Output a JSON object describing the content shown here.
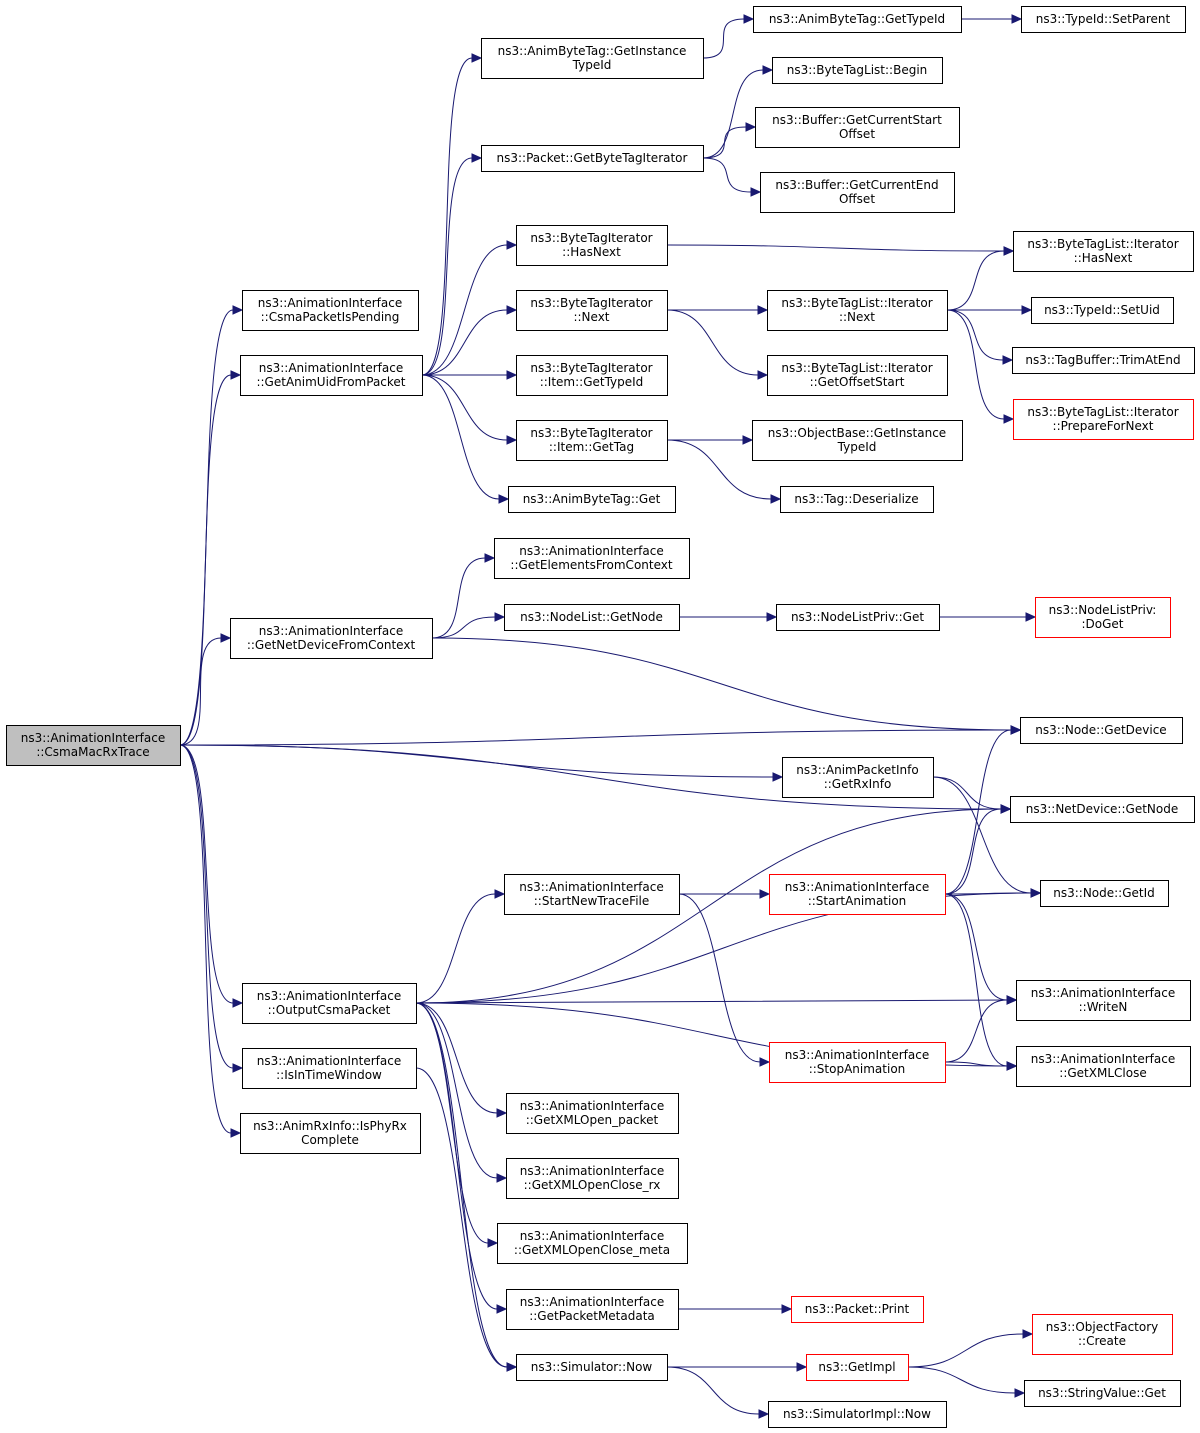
{
  "diagram": {
    "colors": {
      "edge": "#191970",
      "border": "#000000",
      "truncated_border": "#ff0000",
      "root_fill": "#bfbfbf"
    },
    "nodes": [
      {
        "id": "root",
        "lines": [
          "ns3::AnimationInterface",
          "::CsmaMacRxTrace"
        ],
        "style": "root"
      },
      {
        "id": "csmaPending",
        "lines": [
          "ns3::AnimationInterface",
          "::CsmaPacketIsPending"
        ]
      },
      {
        "id": "getAnimUid",
        "lines": [
          "ns3::AnimationInterface",
          "::GetAnimUidFromPacket"
        ]
      },
      {
        "id": "getNetDev",
        "lines": [
          "ns3::AnimationInterface",
          "::GetNetDeviceFromContext"
        ]
      },
      {
        "id": "outCsma",
        "lines": [
          "ns3::AnimationInterface",
          "::OutputCsmaPacket"
        ]
      },
      {
        "id": "inTimeWin",
        "lines": [
          "ns3::AnimationInterface",
          "::IsInTimeWindow"
        ]
      },
      {
        "id": "isPhyRx",
        "lines": [
          "ns3::AnimRxInfo::IsPhyRx",
          "Complete"
        ]
      },
      {
        "id": "animTagInst",
        "lines": [
          "ns3::AnimByteTag::GetInstance",
          "TypeId"
        ]
      },
      {
        "id": "pktGetBTI",
        "lines": [
          "ns3::Packet::GetByteTagIterator"
        ]
      },
      {
        "id": "btiHasNext",
        "lines": [
          "ns3::ByteTagIterator",
          "::HasNext"
        ]
      },
      {
        "id": "btiNext",
        "lines": [
          "ns3::ByteTagIterator",
          "::Next"
        ]
      },
      {
        "id": "btiItemType",
        "lines": [
          "ns3::ByteTagIterator",
          "::Item::GetTypeId"
        ]
      },
      {
        "id": "btiItemTag",
        "lines": [
          "ns3::ByteTagIterator",
          "::Item::GetTag"
        ]
      },
      {
        "id": "animTagGet",
        "lines": [
          "ns3::AnimByteTag::Get"
        ]
      },
      {
        "id": "getElems",
        "lines": [
          "ns3::AnimationInterface",
          "::GetElementsFromContext"
        ]
      },
      {
        "id": "nodeListGet",
        "lines": [
          "ns3::NodeList::GetNode"
        ]
      },
      {
        "id": "startNew",
        "lines": [
          "ns3::AnimationInterface",
          "::StartNewTraceFile"
        ]
      },
      {
        "id": "xmlOpenPkt",
        "lines": [
          "ns3::AnimationInterface",
          "::GetXMLOpen_packet"
        ]
      },
      {
        "id": "xmlOCrx",
        "lines": [
          "ns3::AnimationInterface",
          "::GetXMLOpenClose_rx"
        ]
      },
      {
        "id": "xmlOCmeta",
        "lines": [
          "ns3::AnimationInterface",
          "::GetXMLOpenClose_meta"
        ]
      },
      {
        "id": "pktMeta",
        "lines": [
          "ns3::AnimationInterface",
          "::GetPacketMetadata"
        ]
      },
      {
        "id": "simNow",
        "lines": [
          "ns3::Simulator::Now"
        ]
      },
      {
        "id": "animTagTypeId",
        "lines": [
          "ns3::AnimByteTag::GetTypeId"
        ]
      },
      {
        "id": "btlBegin",
        "lines": [
          "ns3::ByteTagList::Begin"
        ]
      },
      {
        "id": "bufStart",
        "lines": [
          "ns3::Buffer::GetCurrentStart",
          "Offset"
        ]
      },
      {
        "id": "bufEnd",
        "lines": [
          "ns3::Buffer::GetCurrentEnd",
          "Offset"
        ]
      },
      {
        "id": "btlItNext",
        "lines": [
          "ns3::ByteTagList::Iterator",
          "::Next"
        ]
      },
      {
        "id": "btlItOffset",
        "lines": [
          "ns3::ByteTagList::Iterator",
          "::GetOffsetStart"
        ]
      },
      {
        "id": "objInst",
        "lines": [
          "ns3::ObjectBase::GetInstance",
          "TypeId"
        ]
      },
      {
        "id": "tagDeser",
        "lines": [
          "ns3::Tag::Deserialize"
        ]
      },
      {
        "id": "nlPrivGet",
        "lines": [
          "ns3::NodeListPriv::Get"
        ]
      },
      {
        "id": "pktInfoRx",
        "lines": [
          "ns3::AnimPacketInfo",
          "::GetRxInfo"
        ]
      },
      {
        "id": "startAnim",
        "lines": [
          "ns3::AnimationInterface",
          "::StartAnimation"
        ],
        "style": "red"
      },
      {
        "id": "stopAnim",
        "lines": [
          "ns3::AnimationInterface",
          "::StopAnimation"
        ],
        "style": "red"
      },
      {
        "id": "pktPrint",
        "lines": [
          "ns3::Packet::Print"
        ],
        "style": "red"
      },
      {
        "id": "getImpl",
        "lines": [
          "ns3::GetImpl"
        ],
        "style": "red"
      },
      {
        "id": "simImplNow",
        "lines": [
          "ns3::SimulatorImpl::Now"
        ]
      },
      {
        "id": "typeSetParent",
        "lines": [
          "ns3::TypeId::SetParent"
        ]
      },
      {
        "id": "btlItHasNext",
        "lines": [
          "ns3::ByteTagList::Iterator",
          "::HasNext"
        ]
      },
      {
        "id": "typeSetUid",
        "lines": [
          "ns3::TypeId::SetUid"
        ]
      },
      {
        "id": "tagBufTrim",
        "lines": [
          "ns3::TagBuffer::TrimAtEnd"
        ]
      },
      {
        "id": "btlItPrep",
        "lines": [
          "ns3::ByteTagList::Iterator",
          "::PrepareForNext"
        ],
        "style": "red"
      },
      {
        "id": "nlPrivDoGet",
        "lines": [
          "ns3::NodeListPriv:",
          ":DoGet"
        ],
        "style": "red"
      },
      {
        "id": "nodeGetDev",
        "lines": [
          "ns3::Node::GetDevice"
        ]
      },
      {
        "id": "netDevGetNode",
        "lines": [
          "ns3::NetDevice::GetNode"
        ]
      },
      {
        "id": "nodeGetId",
        "lines": [
          "ns3::Node::GetId"
        ]
      },
      {
        "id": "writeN",
        "lines": [
          "ns3::AnimationInterface",
          "::WriteN"
        ]
      },
      {
        "id": "xmlClose",
        "lines": [
          "ns3::AnimationInterface",
          "::GetXMLClose"
        ]
      },
      {
        "id": "objFactCreate",
        "lines": [
          "ns3::ObjectFactory",
          "::Create"
        ],
        "style": "red"
      },
      {
        "id": "strValGet",
        "lines": [
          "ns3::StringValue::Get"
        ]
      }
    ],
    "edges": [
      [
        "root",
        "csmaPending"
      ],
      [
        "root",
        "getAnimUid"
      ],
      [
        "root",
        "getNetDev"
      ],
      [
        "root",
        "nodeGetDev"
      ],
      [
        "root",
        "netDevGetNode"
      ],
      [
        "root",
        "pktInfoRx"
      ],
      [
        "root",
        "outCsma"
      ],
      [
        "root",
        "inTimeWin"
      ],
      [
        "root",
        "isPhyRx"
      ],
      [
        "getAnimUid",
        "animTagInst"
      ],
      [
        "getAnimUid",
        "pktGetBTI"
      ],
      [
        "getAnimUid",
        "btiHasNext"
      ],
      [
        "getAnimUid",
        "btiNext"
      ],
      [
        "getAnimUid",
        "btiItemType"
      ],
      [
        "getAnimUid",
        "btiItemTag"
      ],
      [
        "getAnimUid",
        "animTagGet"
      ],
      [
        "animTagInst",
        "animTagTypeId"
      ],
      [
        "animTagTypeId",
        "typeSetParent"
      ],
      [
        "pktGetBTI",
        "btlBegin"
      ],
      [
        "pktGetBTI",
        "bufStart"
      ],
      [
        "pktGetBTI",
        "bufEnd"
      ],
      [
        "btiHasNext",
        "btlItHasNext"
      ],
      [
        "btiNext",
        "btlItNext"
      ],
      [
        "btiNext",
        "btlItOffset"
      ],
      [
        "btlItNext",
        "btlItHasNext"
      ],
      [
        "btlItNext",
        "typeSetUid"
      ],
      [
        "btlItNext",
        "tagBufTrim"
      ],
      [
        "btlItNext",
        "btlItPrep"
      ],
      [
        "btiItemTag",
        "objInst"
      ],
      [
        "btiItemTag",
        "tagDeser"
      ],
      [
        "getNetDev",
        "getElems"
      ],
      [
        "getNetDev",
        "nodeListGet"
      ],
      [
        "getNetDev",
        "nodeGetDev"
      ],
      [
        "nodeListGet",
        "nlPrivGet"
      ],
      [
        "nlPrivGet",
        "nlPrivDoGet"
      ],
      [
        "pktInfoRx",
        "netDevGetNode"
      ],
      [
        "pktInfoRx",
        "nodeGetId"
      ],
      [
        "outCsma",
        "netDevGetNode"
      ],
      [
        "outCsma",
        "startNew"
      ],
      [
        "outCsma",
        "nodeGetId"
      ],
      [
        "outCsma",
        "writeN"
      ],
      [
        "outCsma",
        "xmlClose"
      ],
      [
        "outCsma",
        "xmlOpenPkt"
      ],
      [
        "outCsma",
        "xmlOCrx"
      ],
      [
        "outCsma",
        "xmlOCmeta"
      ],
      [
        "outCsma",
        "pktMeta"
      ],
      [
        "outCsma",
        "simNow"
      ],
      [
        "startNew",
        "startAnim"
      ],
      [
        "startNew",
        "stopAnim"
      ],
      [
        "startAnim",
        "nodeGetDev"
      ],
      [
        "startAnim",
        "netDevGetNode"
      ],
      [
        "startAnim",
        "nodeGetId"
      ],
      [
        "startAnim",
        "writeN"
      ],
      [
        "startAnim",
        "xmlClose"
      ],
      [
        "stopAnim",
        "writeN"
      ],
      [
        "stopAnim",
        "xmlClose"
      ],
      [
        "inTimeWin",
        "simNow"
      ],
      [
        "pktMeta",
        "pktPrint"
      ],
      [
        "simNow",
        "getImpl"
      ],
      [
        "simNow",
        "simImplNow"
      ],
      [
        "getImpl",
        "objFactCreate"
      ],
      [
        "getImpl",
        "strValGet"
      ]
    ]
  }
}
